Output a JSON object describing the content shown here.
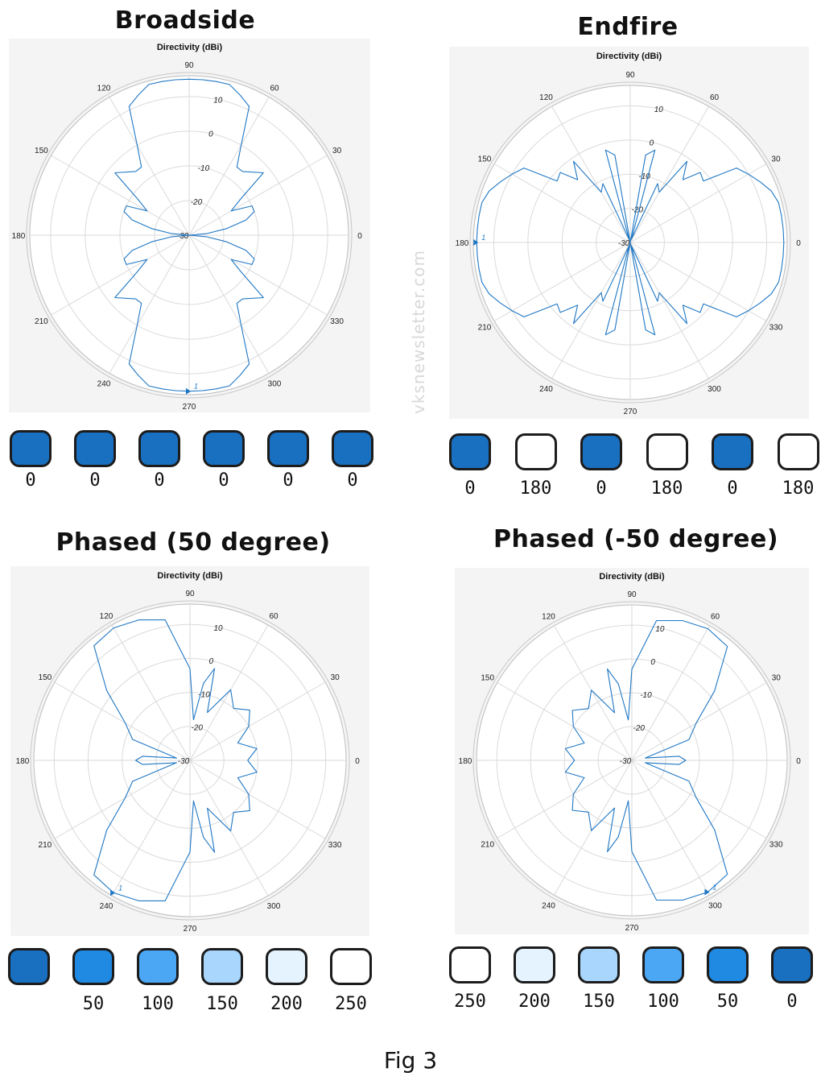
{
  "watermark": "vksnewsletter.com",
  "caption": "Fig 3",
  "style": {
    "line_color": "#1f77c4"
  },
  "chart_data": [
    {
      "type": "polar",
      "panel_title": "Broadside",
      "title": "Directivity (dBi)",
      "r_ticks": [
        -30,
        -20,
        -10,
        0,
        10
      ],
      "r_range": [
        -30,
        16
      ],
      "angle_ticks": [
        0,
        30,
        60,
        90,
        120,
        150,
        180,
        210,
        240,
        270,
        300,
        330
      ],
      "marker_label": "1",
      "marker_angle": 270,
      "series": [
        {
          "points": [
            [
              0,
              -30
            ],
            [
              5,
              -25
            ],
            [
              10,
              -19
            ],
            [
              15,
              -13
            ],
            [
              20,
              -10
            ],
            [
              25,
              -10
            ],
            [
              30,
              -16
            ],
            [
              35,
              -12
            ],
            [
              40,
              -2
            ],
            [
              50,
              -6
            ],
            [
              55,
              -6
            ],
            [
              60,
              0
            ],
            [
              65,
              11
            ],
            [
              70,
              13
            ],
            [
              75,
              15
            ],
            [
              80,
              15
            ],
            [
              85,
              15
            ],
            [
              90,
              15
            ],
            [
              95,
              15
            ],
            [
              100,
              15
            ],
            [
              105,
              15
            ],
            [
              110,
              13
            ],
            [
              115,
              11
            ],
            [
              120,
              0
            ],
            [
              125,
              -6
            ],
            [
              130,
              -6
            ],
            [
              140,
              -2
            ],
            [
              145,
              -12
            ],
            [
              150,
              -16
            ],
            [
              155,
              -10
            ],
            [
              160,
              -10
            ],
            [
              165,
              -13
            ],
            [
              170,
              -19
            ],
            [
              175,
              -25
            ],
            [
              180,
              -30
            ],
            [
              185,
              -25
            ],
            [
              190,
              -19
            ],
            [
              195,
              -13
            ],
            [
              200,
              -10
            ],
            [
              205,
              -10
            ],
            [
              210,
              -16
            ],
            [
              215,
              -12
            ],
            [
              220,
              -2
            ],
            [
              230,
              -6
            ],
            [
              235,
              -6
            ],
            [
              240,
              0
            ],
            [
              245,
              11
            ],
            [
              250,
              13
            ],
            [
              255,
              15
            ],
            [
              260,
              15
            ],
            [
              265,
              15
            ],
            [
              270,
              15
            ],
            [
              275,
              15
            ],
            [
              280,
              15
            ],
            [
              285,
              15
            ],
            [
              290,
              13
            ],
            [
              295,
              11
            ],
            [
              300,
              0
            ],
            [
              305,
              -6
            ],
            [
              310,
              -6
            ],
            [
              320,
              -2
            ],
            [
              325,
              -12
            ],
            [
              330,
              -16
            ],
            [
              335,
              -10
            ],
            [
              340,
              -10
            ],
            [
              345,
              -13
            ],
            [
              350,
              -19
            ],
            [
              355,
              -25
            ],
            [
              360,
              -30
            ]
          ]
        }
      ]
    },
    {
      "type": "polar",
      "panel_title": "Endfire",
      "title": "Directivity (dBi)",
      "r_ticks": [
        -30,
        -20,
        -10,
        0,
        10
      ],
      "r_range": [
        -30,
        16
      ],
      "angle_ticks": [
        0,
        30,
        60,
        90,
        120,
        150,
        180,
        210,
        240,
        270,
        300,
        330
      ],
      "marker_label": "1",
      "marker_angle": 180,
      "series": [
        {
          "points": [
            [
              0,
              15
            ],
            [
              5,
              15
            ],
            [
              10,
              15
            ],
            [
              15,
              15
            ],
            [
              20,
              14
            ],
            [
              25,
              12
            ],
            [
              30,
              10
            ],
            [
              35,
              8
            ],
            [
              40,
              -2
            ],
            [
              45,
              -1
            ],
            [
              50,
              -6
            ],
            [
              55,
              -1
            ],
            [
              60,
              -13
            ],
            [
              65,
              -11
            ],
            [
              70,
              -29
            ],
            [
              75,
              -2
            ],
            [
              80,
              -4
            ],
            [
              85,
              -30
            ],
            [
              90,
              -30
            ],
            [
              95,
              -30
            ],
            [
              100,
              -4
            ],
            [
              105,
              -2
            ],
            [
              110,
              -29
            ],
            [
              115,
              -11
            ],
            [
              120,
              -13
            ],
            [
              125,
              -1
            ],
            [
              130,
              -6
            ],
            [
              135,
              -1
            ],
            [
              140,
              -2
            ],
            [
              145,
              8
            ],
            [
              150,
              10
            ],
            [
              155,
              12
            ],
            [
              160,
              14
            ],
            [
              165,
              15
            ],
            [
              170,
              15
            ],
            [
              175,
              15
            ],
            [
              180,
              15
            ],
            [
              185,
              15
            ],
            [
              190,
              15
            ],
            [
              195,
              15
            ],
            [
              200,
              14
            ],
            [
              205,
              12
            ],
            [
              210,
              10
            ],
            [
              215,
              8
            ],
            [
              220,
              -2
            ],
            [
              225,
              -1
            ],
            [
              230,
              -6
            ],
            [
              235,
              -1
            ],
            [
              240,
              -13
            ],
            [
              245,
              -11
            ],
            [
              250,
              -29
            ],
            [
              255,
              -2
            ],
            [
              260,
              -4
            ],
            [
              265,
              -30
            ],
            [
              270,
              -30
            ],
            [
              275,
              -30
            ],
            [
              280,
              -4
            ],
            [
              285,
              -2
            ],
            [
              290,
              -29
            ],
            [
              295,
              -11
            ],
            [
              300,
              -13
            ],
            [
              305,
              -1
            ],
            [
              310,
              -6
            ],
            [
              315,
              -1
            ],
            [
              320,
              -2
            ],
            [
              325,
              8
            ],
            [
              330,
              10
            ],
            [
              335,
              12
            ],
            [
              340,
              14
            ],
            [
              345,
              15
            ],
            [
              350,
              15
            ],
            [
              355,
              15
            ],
            [
              360,
              15
            ]
          ]
        }
      ]
    },
    {
      "type": "polar",
      "panel_title": "Phased (50 degree)",
      "title": "Directivity (dBi)",
      "r_ticks": [
        -30,
        -20,
        -10,
        0,
        10
      ],
      "r_range": [
        -30,
        16
      ],
      "angle_ticks": [
        0,
        30,
        60,
        90,
        120,
        150,
        180,
        210,
        240,
        270,
        300,
        330
      ],
      "marker_label": "1",
      "marker_angle": 240,
      "series": [
        {
          "points": [
            [
              0,
              -13
            ],
            [
              10,
              -10
            ],
            [
              20,
              -15
            ],
            [
              30,
              -10
            ],
            [
              40,
              -7
            ],
            [
              50,
              -10
            ],
            [
              60,
              -6
            ],
            [
              70,
              -15
            ],
            [
              75,
              -2
            ],
            [
              80,
              -7
            ],
            [
              85,
              -18
            ],
            [
              90,
              -3
            ],
            [
              100,
              12
            ],
            [
              110,
              14
            ],
            [
              120,
              15
            ],
            [
              130,
              14
            ],
            [
              140,
              2
            ],
            [
              150,
              -8
            ],
            [
              160,
              -12
            ],
            [
              170,
              -26
            ],
            [
              175,
              -16
            ],
            [
              180,
              -14
            ],
            [
              185,
              -16
            ],
            [
              190,
              -26
            ],
            [
              200,
              -12
            ],
            [
              210,
              -8
            ],
            [
              220,
              2
            ],
            [
              230,
              14
            ],
            [
              240,
              15
            ],
            [
              250,
              14
            ],
            [
              260,
              12
            ],
            [
              270,
              -3
            ],
            [
              275,
              -18
            ],
            [
              280,
              -7
            ],
            [
              285,
              -2
            ],
            [
              290,
              -15
            ],
            [
              300,
              -6
            ],
            [
              310,
              -10
            ],
            [
              320,
              -7
            ],
            [
              330,
              -10
            ],
            [
              340,
              -15
            ],
            [
              350,
              -10
            ],
            [
              360,
              -13
            ]
          ]
        }
      ]
    },
    {
      "type": "polar",
      "panel_title": "Phased (-50 degree)",
      "title": "Directivity (dBi)",
      "r_ticks": [
        -30,
        -20,
        -10,
        0,
        10
      ],
      "r_range": [
        -30,
        16
      ],
      "angle_ticks": [
        0,
        30,
        60,
        90,
        120,
        150,
        180,
        210,
        240,
        270,
        300,
        330
      ],
      "marker_label": "1",
      "marker_angle": 300,
      "series": [
        {
          "points": [
            [
              0,
              -14
            ],
            [
              5,
              -16
            ],
            [
              10,
              -26
            ],
            [
              20,
              -12
            ],
            [
              30,
              -8
            ],
            [
              40,
              2
            ],
            [
              50,
              14
            ],
            [
              60,
              15
            ],
            [
              70,
              14
            ],
            [
              80,
              12
            ],
            [
              90,
              -3
            ],
            [
              95,
              -18
            ],
            [
              100,
              -7
            ],
            [
              105,
              -2
            ],
            [
              110,
              -15
            ],
            [
              120,
              -6
            ],
            [
              130,
              -10
            ],
            [
              140,
              -7
            ],
            [
              150,
              -10
            ],
            [
              160,
              -15
            ],
            [
              170,
              -10
            ],
            [
              180,
              -13
            ],
            [
              190,
              -10
            ],
            [
              200,
              -15
            ],
            [
              210,
              -10
            ],
            [
              220,
              -7
            ],
            [
              230,
              -10
            ],
            [
              240,
              -6
            ],
            [
              250,
              -15
            ],
            [
              255,
              -2
            ],
            [
              260,
              -7
            ],
            [
              265,
              -18
            ],
            [
              270,
              -3
            ],
            [
              280,
              12
            ],
            [
              290,
              14
            ],
            [
              300,
              15
            ],
            [
              310,
              14
            ],
            [
              320,
              2
            ],
            [
              330,
              -8
            ],
            [
              340,
              -12
            ],
            [
              350,
              -26
            ],
            [
              355,
              -16
            ],
            [
              360,
              -14
            ]
          ]
        }
      ]
    }
  ],
  "swatch_rows": [
    {
      "items": [
        {
          "label": "0",
          "fill": "#1a70c0"
        },
        {
          "label": "0",
          "fill": "#1a70c0"
        },
        {
          "label": "0",
          "fill": "#1a70c0"
        },
        {
          "label": "0",
          "fill": "#1a70c0"
        },
        {
          "label": "0",
          "fill": "#1a70c0"
        },
        {
          "label": "0",
          "fill": "#1a70c0"
        }
      ]
    },
    {
      "items": [
        {
          "label": "0",
          "fill": "#1a70c0"
        },
        {
          "label": "180",
          "fill": "#ffffff"
        },
        {
          "label": "0",
          "fill": "#1a70c0"
        },
        {
          "label": "180",
          "fill": "#ffffff"
        },
        {
          "label": "0",
          "fill": "#1a70c0"
        },
        {
          "label": "180",
          "fill": "#ffffff"
        }
      ]
    },
    {
      "items": [
        {
          "label": "",
          "fill": "#1a70c0"
        },
        {
          "label": "50",
          "fill": "#2089e2"
        },
        {
          "label": "100",
          "fill": "#4ba7f4"
        },
        {
          "label": "150",
          "fill": "#a8d6fc"
        },
        {
          "label": "200",
          "fill": "#e4f3fe"
        },
        {
          "label": "250",
          "fill": "#ffffff"
        }
      ]
    },
    {
      "items": [
        {
          "label": "250",
          "fill": "#ffffff"
        },
        {
          "label": "200",
          "fill": "#e4f3fe"
        },
        {
          "label": "150",
          "fill": "#a8d6fc"
        },
        {
          "label": "100",
          "fill": "#4ba7f4"
        },
        {
          "label": "50",
          "fill": "#2089e2"
        },
        {
          "label": "0",
          "fill": "#1a70c0"
        }
      ]
    }
  ]
}
